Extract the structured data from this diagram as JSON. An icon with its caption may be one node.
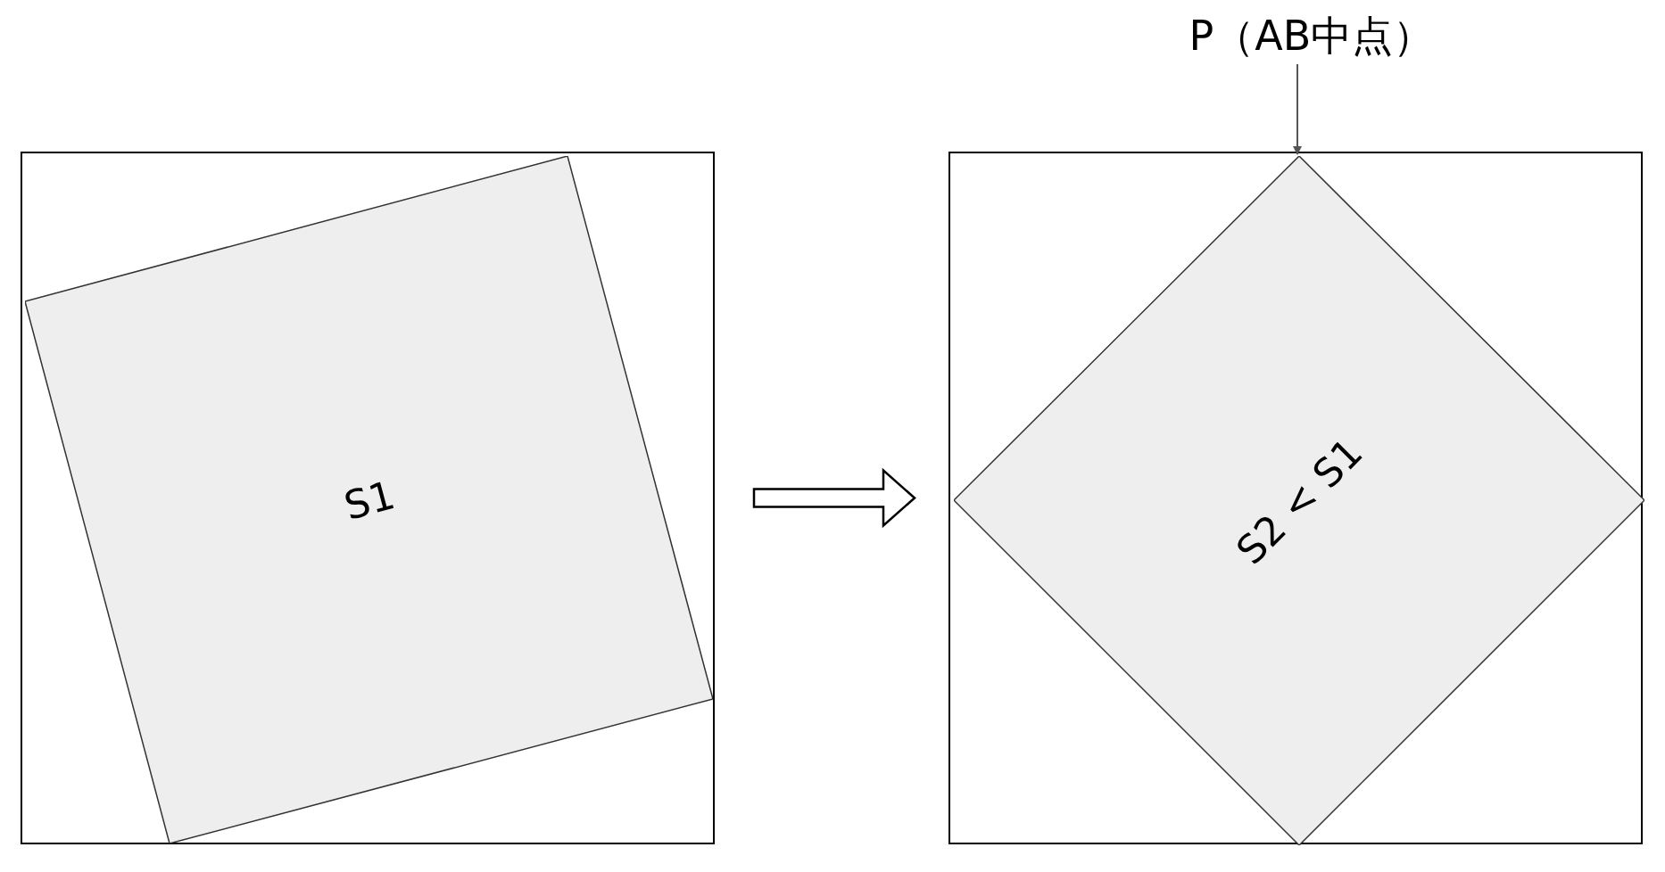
{
  "diagram": {
    "nodes": [
      {
        "text": [],
        "shape": "box"
      },
      {
        "text": [
          "S1"
        ],
        "in": 0
      },
      {
        "text": [],
        "shape": "box"
      },
      {
        "text": [
          "S2 < S1"
        ],
        "in": 2
      },
      {
        "text": [
          "P（AB中点）"
        ]
      }
    ],
    "edges": [
      {
        "from": 0,
        "to": 2,
        "arrow": "to"
      },
      {
        "from": 4,
        "to": 3,
        "arrow": "to"
      }
    ]
  }
}
